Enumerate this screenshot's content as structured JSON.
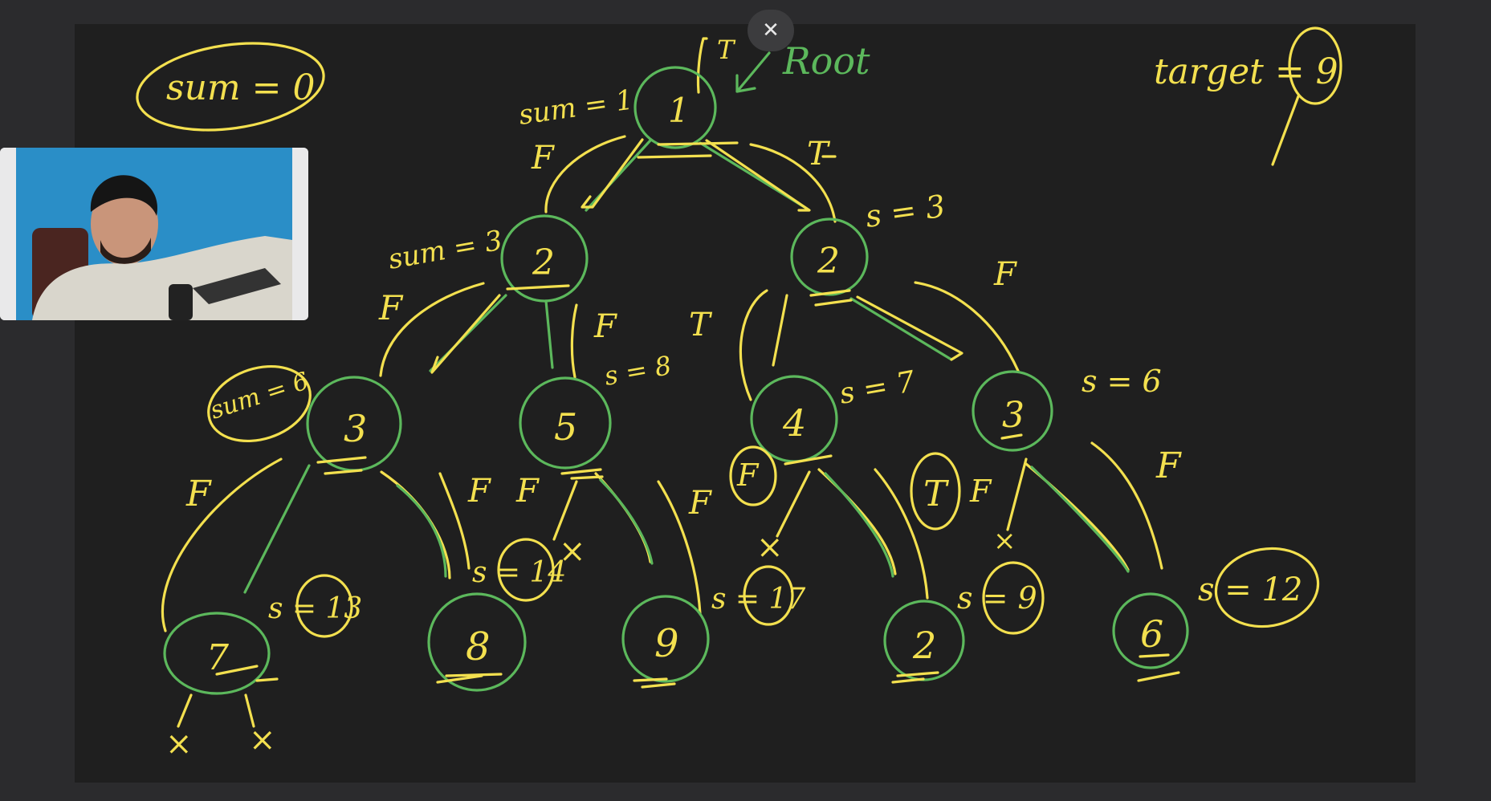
{
  "close_button": {
    "glyph": "✕"
  },
  "colors": {
    "chalk_yellow": "#f3e04f",
    "chalk_green": "#5cb85c",
    "board": "#1f1f1f",
    "frame": "#2b2b2d"
  },
  "header_notes": {
    "sum_start": "sum = 0",
    "root_label": "Root",
    "target": "target = 9",
    "root_true": "T"
  },
  "tree": {
    "nodes": [
      {
        "id": "n1",
        "value": "1"
      },
      {
        "id": "n2l",
        "value": "2"
      },
      {
        "id": "n2r",
        "value": "2"
      },
      {
        "id": "n3l",
        "value": "3"
      },
      {
        "id": "n5",
        "value": "5"
      },
      {
        "id": "n4",
        "value": "4"
      },
      {
        "id": "n3r",
        "value": "3"
      },
      {
        "id": "n7",
        "value": "7"
      },
      {
        "id": "n8",
        "value": "8"
      },
      {
        "id": "n9",
        "value": "9"
      },
      {
        "id": "n2b",
        "value": "2"
      },
      {
        "id": "n6",
        "value": "6"
      }
    ]
  },
  "annotations": [
    {
      "id": "sum-n1",
      "text": "sum = 1"
    },
    {
      "id": "sum-n2l",
      "text": "sum = 3"
    },
    {
      "id": "s-n2r",
      "text": "s = 3"
    },
    {
      "id": "sum-n3l",
      "text": "sum = 6"
    },
    {
      "id": "s-n5",
      "text": "s = 8"
    },
    {
      "id": "s-n4",
      "text": "s = 7"
    },
    {
      "id": "s-n3r",
      "text": "s = 6"
    },
    {
      "id": "s-n7",
      "text": "s = 13"
    },
    {
      "id": "s-n8",
      "text": "s = 14"
    },
    {
      "id": "s-n9",
      "text": "s = 17"
    },
    {
      "id": "s-n2b",
      "text": "s = 9"
    },
    {
      "id": "s-n6",
      "text": "s = 12"
    },
    {
      "id": "f1",
      "text": "F"
    },
    {
      "id": "t1",
      "text": "T"
    },
    {
      "id": "f2",
      "text": "F"
    },
    {
      "id": "f3",
      "text": "F"
    },
    {
      "id": "t2",
      "text": "T"
    },
    {
      "id": "f4",
      "text": "F"
    },
    {
      "id": "f5",
      "text": "F"
    },
    {
      "id": "f6",
      "text": "F"
    },
    {
      "id": "f7",
      "text": "F"
    },
    {
      "id": "f8",
      "text": "F"
    },
    {
      "id": "f9",
      "text": "F"
    },
    {
      "id": "f10",
      "text": "F"
    },
    {
      "id": "t3",
      "text": "T"
    },
    {
      "id": "f11",
      "text": "F"
    },
    {
      "id": "f12",
      "text": "F"
    },
    {
      "id": "x1",
      "text": "×"
    },
    {
      "id": "x2",
      "text": "×"
    },
    {
      "id": "x3",
      "text": "×"
    },
    {
      "id": "x4",
      "text": "×"
    },
    {
      "id": "x5",
      "text": "×"
    }
  ]
}
